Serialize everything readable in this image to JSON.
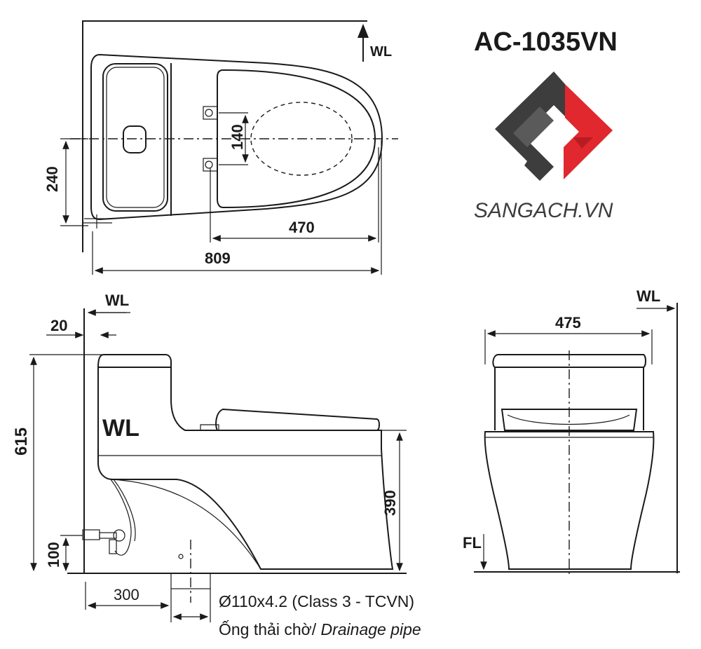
{
  "model": "AC-1035VN",
  "logo": {
    "text": "SANGACH.VN",
    "mark": "SG",
    "dark": "#3d3d3d",
    "red": "#e0282e"
  },
  "labels": {
    "wl": "WL",
    "fl": "FL"
  },
  "top_view": {
    "d_240": "240",
    "d_140": "140",
    "d_470": "470",
    "d_809": "809"
  },
  "side_view": {
    "d_20": "20",
    "d_615": "615",
    "d_390": "390",
    "d_100": "100",
    "d_300": "300"
  },
  "front_view": {
    "d_475": "475"
  },
  "pipe": {
    "spec": "Ø110x4.2 (Class 3 - TCVN)",
    "label_vi": "Ống thải chờ/ ",
    "label_en": "Drainage pipe"
  }
}
